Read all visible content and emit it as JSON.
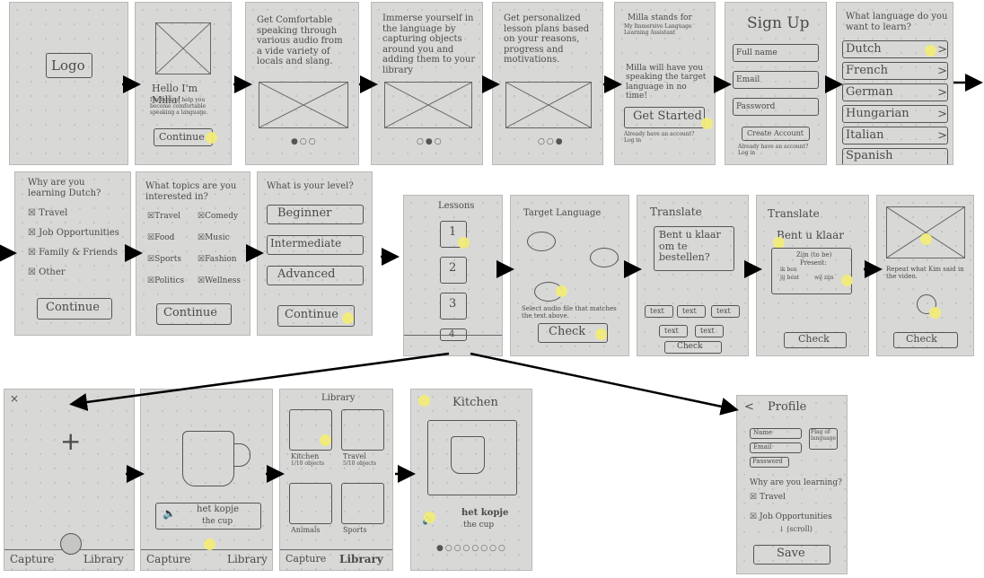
{
  "screens": {
    "s1": {
      "logo": "Logo"
    },
    "s2": {
      "greeting": "Hello I'm Milla!",
      "subtext": "I'm here to help you become comfortable speaking a language.",
      "button": "Continue"
    },
    "s3": {
      "text": "Get Comfortable speaking through various audio from a vide variety of locals and slang."
    },
    "s4": {
      "text": "Immerse yourself in the language by capturing objects around you and adding them to your library"
    },
    "s5": {
      "text": "Get personalized lesson plans based on your reasons, progress and motivations."
    },
    "s6": {
      "line1": "Milla stands for",
      "line2": "My Immersive Language Learning Assistant",
      "line3": "Milla will have you speaking the target language in no time!",
      "button": "Get Started",
      "footer": "Already have an account? Log in"
    },
    "s7": {
      "title": "Sign Up",
      "fields": [
        "Full name",
        "Email",
        "Password"
      ],
      "button": "Create Account",
      "footer": "Already have an account? Log in"
    },
    "s8": {
      "title": "What language do you want to learn?",
      "languages": [
        "Dutch",
        "French",
        "German",
        "Hungarian",
        "Italian",
        "Spanish"
      ]
    },
    "s9": {
      "title": "Why are you learning Dutch?",
      "options": [
        "Travel",
        "Job Opportunities",
        "Family & Friends",
        "Other"
      ],
      "button": "Continue"
    },
    "s10": {
      "title": "What topics are you interested in?",
      "left": [
        "Travel",
        "Food",
        "Sports",
        "Politics"
      ],
      "right": [
        "Comedy",
        "Music",
        "Fashion",
        "Wellness"
      ],
      "button": "Continue"
    },
    "s11": {
      "title": "What is your level?",
      "levels": [
        "Beginner",
        "Intermediate",
        "Advanced"
      ],
      "button": "Continue"
    },
    "s12": {
      "title": "Lessons",
      "lessons": [
        "1",
        "2",
        "3",
        "4"
      ]
    },
    "s13": {
      "title": "Target Language",
      "instruction": "Select audio file that matches the text above.",
      "button": "Check"
    },
    "s14": {
      "title": "Translate",
      "phrase": "Bent u klaar om te bestellen?",
      "chips": [
        "text",
        "text",
        "text",
        "text",
        "text"
      ],
      "button": "Check"
    },
    "s15": {
      "title": "Translate",
      "phrase": "Bent u klaar",
      "popup_title": "Zijn (to be)",
      "popup_sub": "Present:",
      "popup_rows": [
        "ik ben",
        "jij bent",
        "wij zijn"
      ],
      "button": "Check"
    },
    "s16": {
      "instruction": "Repeat what Kim said in the video.",
      "button": "Check"
    },
    "s17": {
      "tabs": [
        "Capture",
        "Library"
      ]
    },
    "s18": {
      "word": "het kopje",
      "translation": "the cup",
      "tabs": [
        "Capture",
        "Library"
      ]
    },
    "s19": {
      "title": "Library",
      "cards": [
        {
          "name": "Kitchen",
          "count": "1/10 objects"
        },
        {
          "name": "Travel",
          "count": "5/10 objects"
        },
        {
          "name": "Animals",
          "count": ""
        },
        {
          "name": "Sports",
          "count": ""
        }
      ],
      "tabs": [
        "Capture",
        "Library"
      ]
    },
    "s20": {
      "title": "Kitchen",
      "word": "het kopje",
      "translation": "the cup"
    },
    "s21": {
      "title": "Profile",
      "fields": [
        "Name",
        "Email",
        "Password"
      ],
      "flag": "Flag of language",
      "question": "Why are you learning?",
      "options": [
        "Travel",
        "Job Opportunities"
      ],
      "scroll": "(scroll)",
      "button": "Save"
    }
  },
  "colors": {
    "paper": "#d8d8d6",
    "highlight": "#f2ec7a",
    "ink": "#4a4a4a"
  }
}
